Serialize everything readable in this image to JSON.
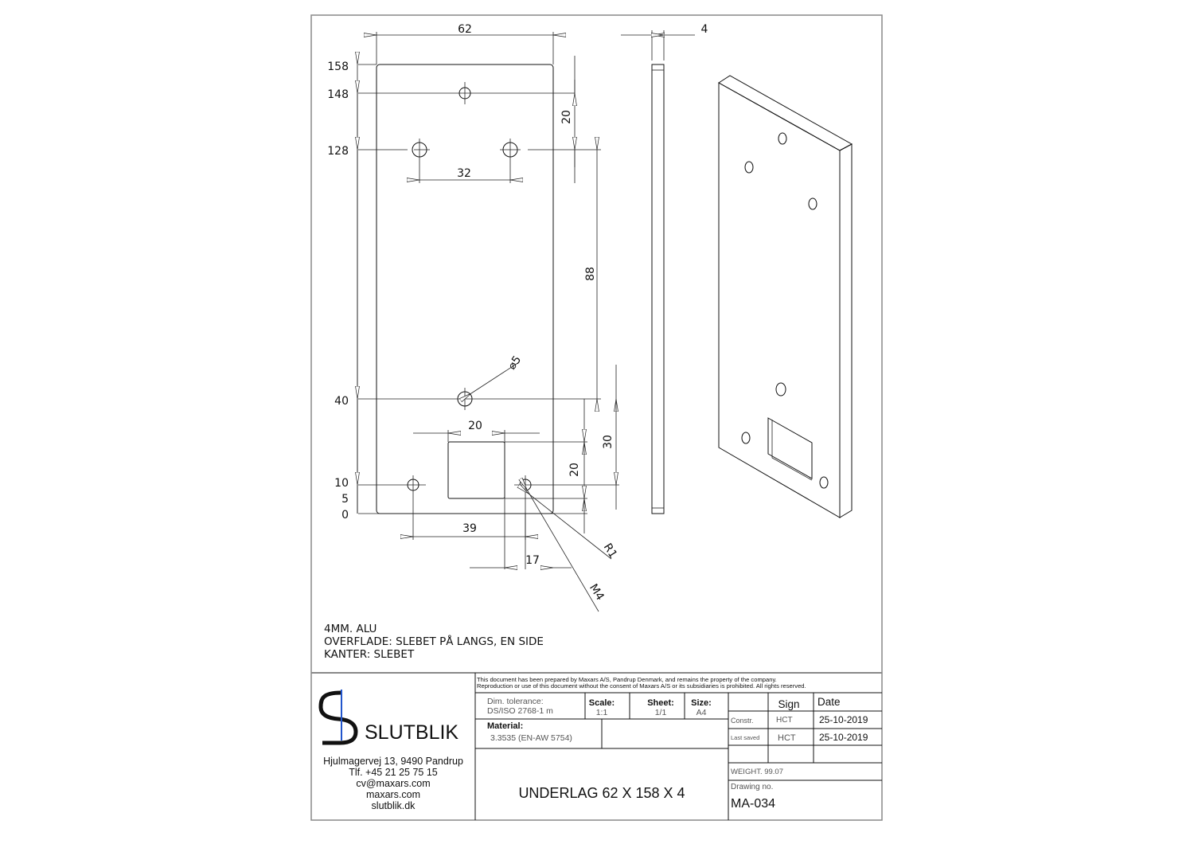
{
  "drawing": {
    "front_view_dims": {
      "width": "62",
      "y_158": "158",
      "y_148": "148",
      "y_128": "128",
      "y_40": "40",
      "y_10": "10",
      "y_5": "5",
      "y_0": "0",
      "top_hole_offset": "20",
      "hole_spacing": "32",
      "hole_vertical": "88",
      "hole_diameter": "⌀5",
      "cutout_width": "20",
      "cutout_offset": "30",
      "cutout_height": "20",
      "bottom_hole_distance": "39",
      "offset_17": "17",
      "radius": "R1",
      "thread": "M4"
    },
    "side_view_dims": {
      "thickness": "4"
    },
    "notes": [
      "4MM. ALU",
      "OVERFLADE: SLEBET PÅ LANGS, EN SIDE",
      "KANTER: SLEBET"
    ]
  },
  "title_block": {
    "company": "SLUTBLIK",
    "address": [
      "Hjulmagervej 13, 9490 Pandrup",
      "Tlf. +45 21 25 75 15",
      "cv@maxars.com",
      "maxars.com",
      "slutblik.dk"
    ],
    "disclaimer": [
      "This document has been prepared by Maxars A/S, Pandrup Denmark, and remains the property of the company.",
      "Reproduction or use of this document without the consent of Maxars A/S or its subsidiaries is prohibited. All rights reserved."
    ],
    "dim_tolerance_label": "Dim. tolerance:",
    "dim_tolerance_value": "DS/ISO 2768-1 m",
    "scale_label": "Scale:",
    "scale_value": "1:1",
    "sheet_label": "Sheet:",
    "sheet_value": "1/1",
    "size_label": "Size:",
    "size_value": "A4",
    "material_label": "Material:",
    "material_value": "3.3535 (EN-AW 5754)",
    "title": "UNDERLAG 62 X 158 X 4",
    "sign_header": "Sign",
    "date_header": "Date",
    "constr_label": "Constr.",
    "constr_sign": "HCT",
    "constr_date": "25-10-2019",
    "last_saved_label": "Last saved",
    "last_saved_sign": "HCT",
    "last_saved_date": "25-10-2019",
    "weight": "WEIGHT. 99.07",
    "drawing_no_label": "Drawing no.",
    "drawing_no": "MA-034",
    "accent_color": "#2255cc"
  }
}
